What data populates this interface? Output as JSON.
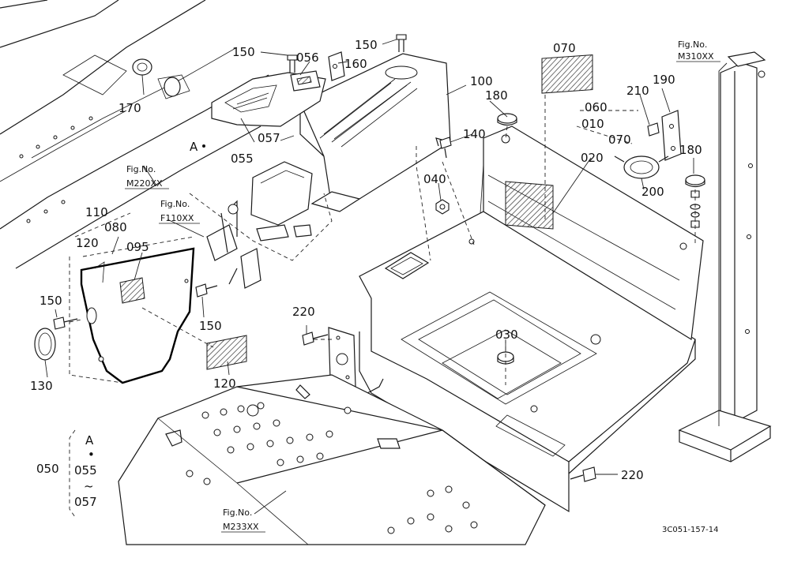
{
  "doc_code": "3C051-157-14",
  "fig_refs": {
    "m310": {
      "label": "Fig.No.",
      "code": "M310XX"
    },
    "m220": {
      "label": "Fig.No.",
      "code": "M220XX"
    },
    "f110": {
      "label": "Fig.No.",
      "code": "F110XX"
    },
    "m233": {
      "label": "Fig.No.",
      "code": "M233XX"
    }
  },
  "parts": {
    "p150a": "150",
    "p056": "056",
    "p160": "160",
    "p150b": "150",
    "p100": "100",
    "p070a": "070",
    "p170": "170",
    "p180a": "180",
    "p060": "060",
    "p010": "010",
    "p070b": "070",
    "p210": "210",
    "p190": "190",
    "p057": "057",
    "p055": "055",
    "p140": "140",
    "p020": "020",
    "p180b": "180",
    "p200": "200",
    "p040": "040",
    "p110": "110",
    "p080": "080",
    "p120a": "120",
    "p095": "095",
    "p150c": "150",
    "p150d": "150",
    "p130": "130",
    "p120b": "120",
    "p220a": "220",
    "p030": "030",
    "p220b": "220",
    "p050": "050"
  },
  "callouts": {
    "A_main": "A",
    "A_legend": "A",
    "dot": "•",
    "leg_055": "055",
    "tilde": "~",
    "leg_057": "057"
  }
}
